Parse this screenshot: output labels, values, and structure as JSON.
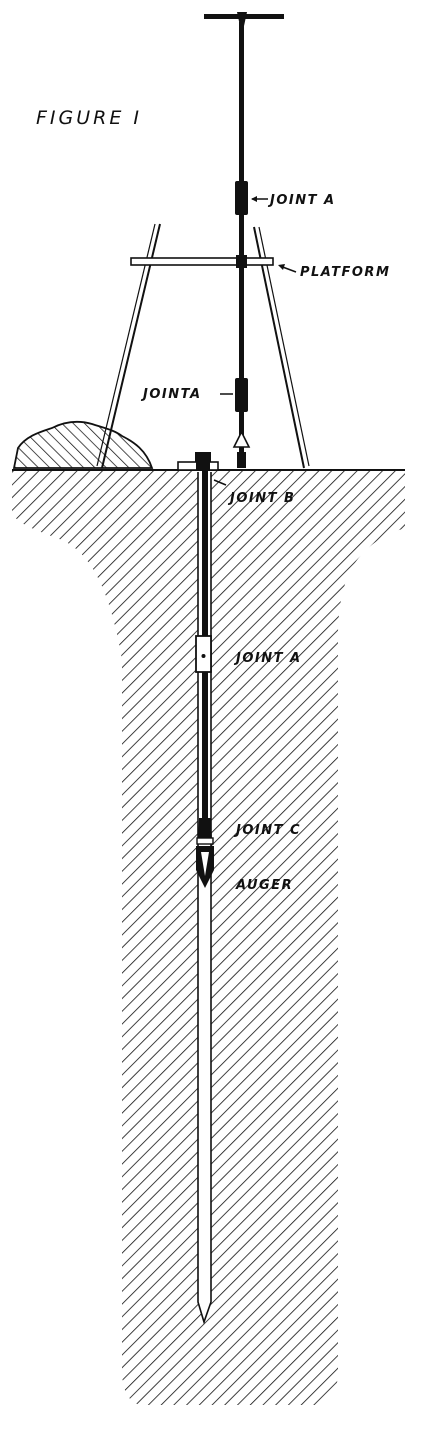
{
  "figure": {
    "title": "FIGURE I"
  },
  "labels": {
    "joint_a_top": "JOINT A",
    "platform": "PLATFORM",
    "joint_a_middle": "JOINTA",
    "joint_b": "JOINT B",
    "joint_a_lower": "JOINT A",
    "joint_c": "JOINT C",
    "auger": "AUGER"
  },
  "colors": {
    "ink": "#111111",
    "paper": "#ffffff"
  }
}
